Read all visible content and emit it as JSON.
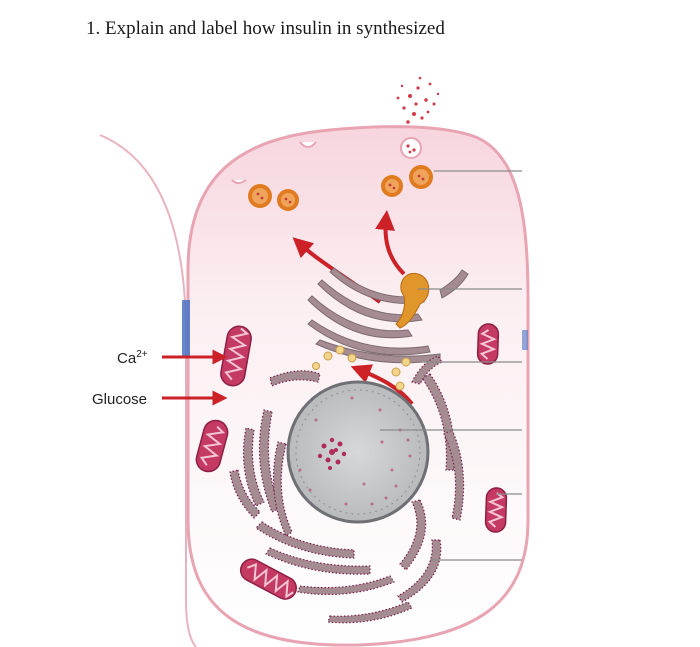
{
  "question": {
    "number": "1.",
    "text": "Explain and label how insulin in synthesized"
  },
  "inputs": [
    {
      "label": "Ca",
      "superscript": "2+"
    },
    {
      "label": "Glucose"
    }
  ],
  "colors": {
    "membrane": "#e8a4b2",
    "cytoplasm": "#fbeef1",
    "arrow": "#cc2127",
    "organelle": "#a48c92",
    "mitochondrion": "#c43a63",
    "vesicle": "#e07b20",
    "nucleus": "#c8c9cc"
  }
}
